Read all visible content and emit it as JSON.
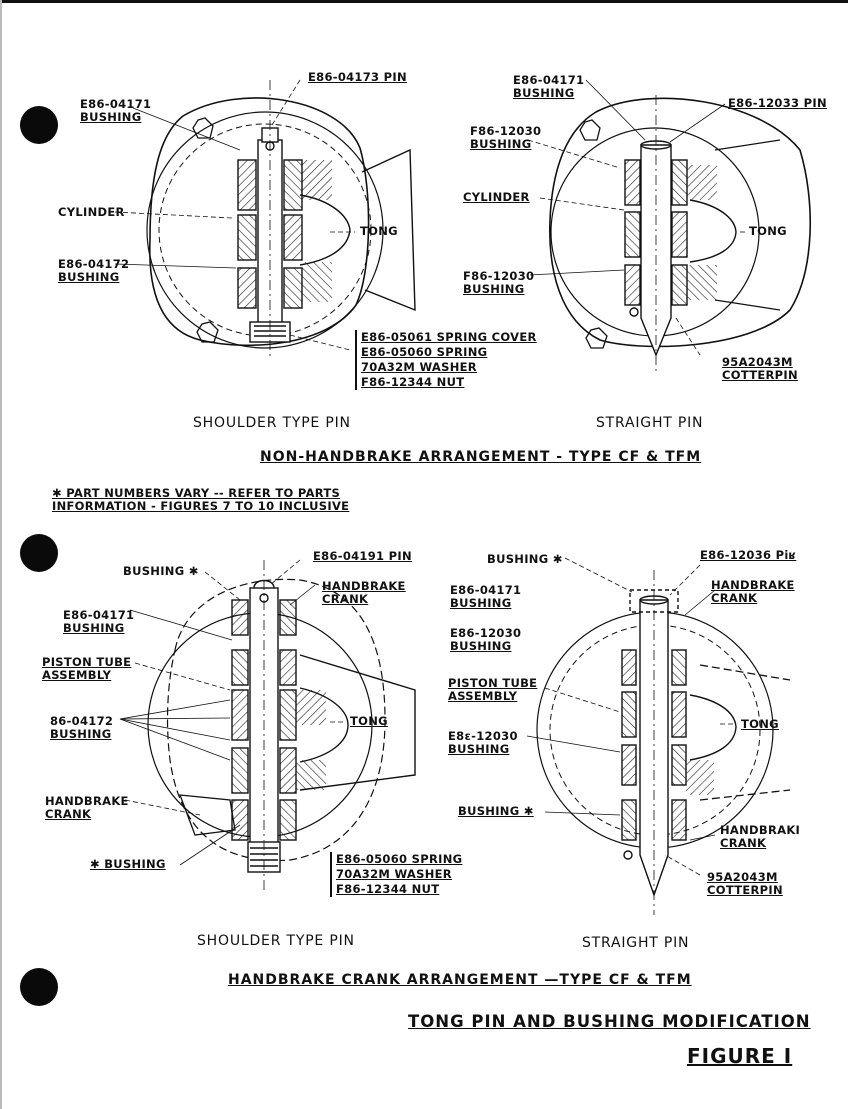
{
  "diagram_top": {
    "left": {
      "pin_label": "E86-04173 PIN",
      "bushing_top": [
        "E86-04171",
        "BUSHING"
      ],
      "cylinder": "CYLINDER",
      "tong": "TONG",
      "bushing_mid": [
        "E86-04172",
        "BUSHING"
      ],
      "parts_group": [
        "E86-05061 SPRING COVER",
        "E86-05060 SPRING",
        "70A32M  WASHER",
        "F86-12344  NUT"
      ],
      "caption": "SHOULDER  TYPE  PIN"
    },
    "right": {
      "bushing_top": [
        "E86-04171",
        "BUSHING"
      ],
      "pin_label": "E86-12033 PIN",
      "bushing_2": [
        "F86-12030",
        "BUSHING"
      ],
      "cylinder": "CYLINDER",
      "tong": "TONG",
      "bushing_3": [
        "F86-12030",
        "BUSHING"
      ],
      "cotterpin": [
        "95A2043M",
        "COTTERPIN"
      ],
      "caption": "STRAIGHT  PIN"
    },
    "section_title": "NON-HANDBRAKE  ARRANGEMENT - TYPE  CF  &  TFM"
  },
  "note": [
    "✱ PART NUMBERS VARY -- REFER TO PARTS",
    "INFORMATION  -  FIGURES  7  TO  10  INCLUSIVE"
  ],
  "diagram_bottom": {
    "left": {
      "pin_label": "E86-04191 PIN",
      "bushing_star": "BUSHING ✱",
      "handbrake_crank_top": [
        "HANDBRAKE",
        "CRANK"
      ],
      "bushing_top": [
        "E86-04171",
        "BUSHING"
      ],
      "piston": [
        "PISTON TUBE",
        "ASSEMBLY"
      ],
      "bushing_mid": [
        "86-04172",
        "BUSHING"
      ],
      "tong": "TONG",
      "handbrake_crank": [
        "HANDBRAKE",
        "CRANK"
      ],
      "star_bushing": "✱ BUSHING",
      "parts_group": [
        "E86-05060  SPRING",
        "70A32M  WASHER",
        "F86-12344  NUT"
      ],
      "caption": "SHOULDER  TYPE  PIN"
    },
    "right": {
      "bushing_star": "BUSHING ✱",
      "pin_label": "E86-12036  Piʁ",
      "handbrake_crank_top": [
        "HANDBRAKE",
        "CRANK"
      ],
      "bushing_1": [
        "E86-04171",
        "BUSHING"
      ],
      "bushing_2": [
        "E86-12030",
        "BUSHING"
      ],
      "piston": [
        "PISTON TUBE",
        "ASSEMBLY"
      ],
      "tong": "TONG",
      "bushing_3": [
        "E8ε-12030",
        "BUSHING"
      ],
      "bushing_star_low": "BUSHING ✱",
      "handbrake_crank": [
        "HANDBRAKI",
        "CRANK"
      ],
      "cotterpin": [
        "95A2043M",
        "COTTERPIN"
      ],
      "caption": "STRAIGHT  PIN"
    },
    "section_title": "HANDBRAKE  CRANK  ARRANGEMENT —TYPE  CF  &  TFM"
  },
  "page_title": "TONG  PIN  AND  BUSHING  MODIFICATION",
  "figure_label": "FIGURE  I"
}
